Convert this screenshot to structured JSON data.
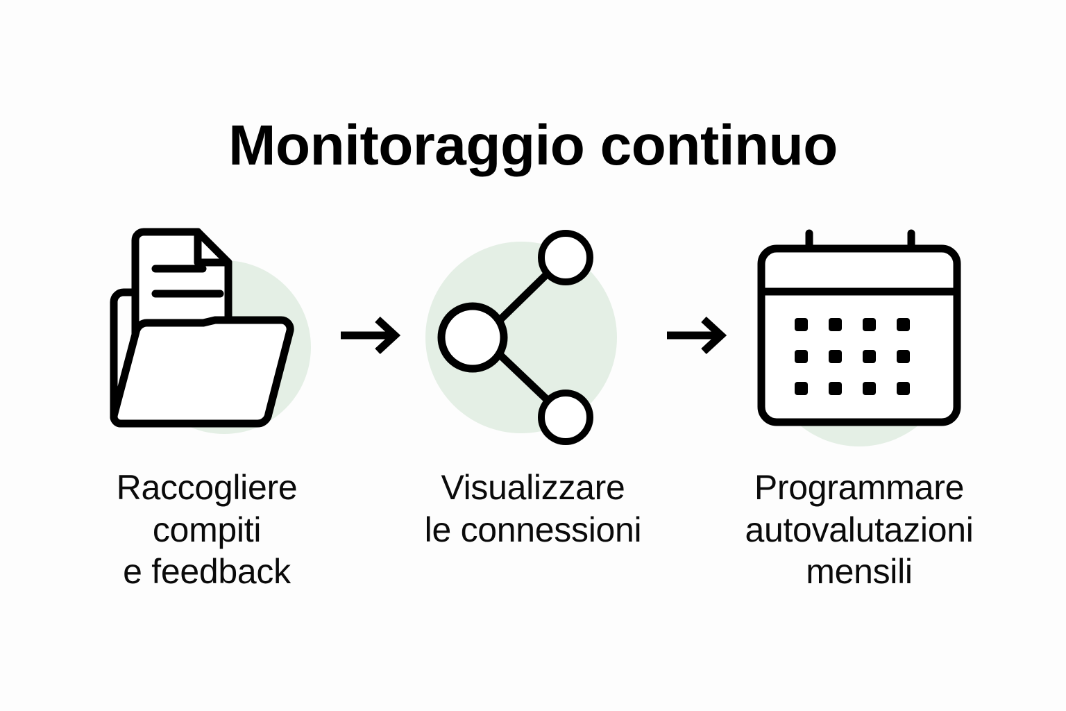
{
  "page": {
    "title": "Monitoraggio continuo",
    "background_color": "#fdfdfd",
    "accent_circle_color": "#e4efe5",
    "ink_color": "#000000"
  },
  "steps": [
    {
      "id": "step-1",
      "icon_name": "folder-document-icon",
      "label": "Raccogliere\ncompiti\ne feedback",
      "label_lines": [
        "Raccogliere",
        "compiti",
        "e feedback"
      ]
    },
    {
      "id": "step-2",
      "icon_name": "share-network-icon",
      "label": "Visualizzare\nle connessioni",
      "label_lines": [
        "Visualizzare",
        "le connessioni"
      ]
    },
    {
      "id": "step-3",
      "icon_name": "calendar-icon",
      "label": "Programmare\nautovalutazioni\nmensili",
      "label_lines": [
        "Programmare",
        "autovalutazioni",
        "mensili"
      ]
    }
  ],
  "connectors": [
    {
      "id": "arrow-1",
      "icon_name": "arrow-right-icon"
    },
    {
      "id": "arrow-2",
      "icon_name": "arrow-right-icon"
    }
  ]
}
